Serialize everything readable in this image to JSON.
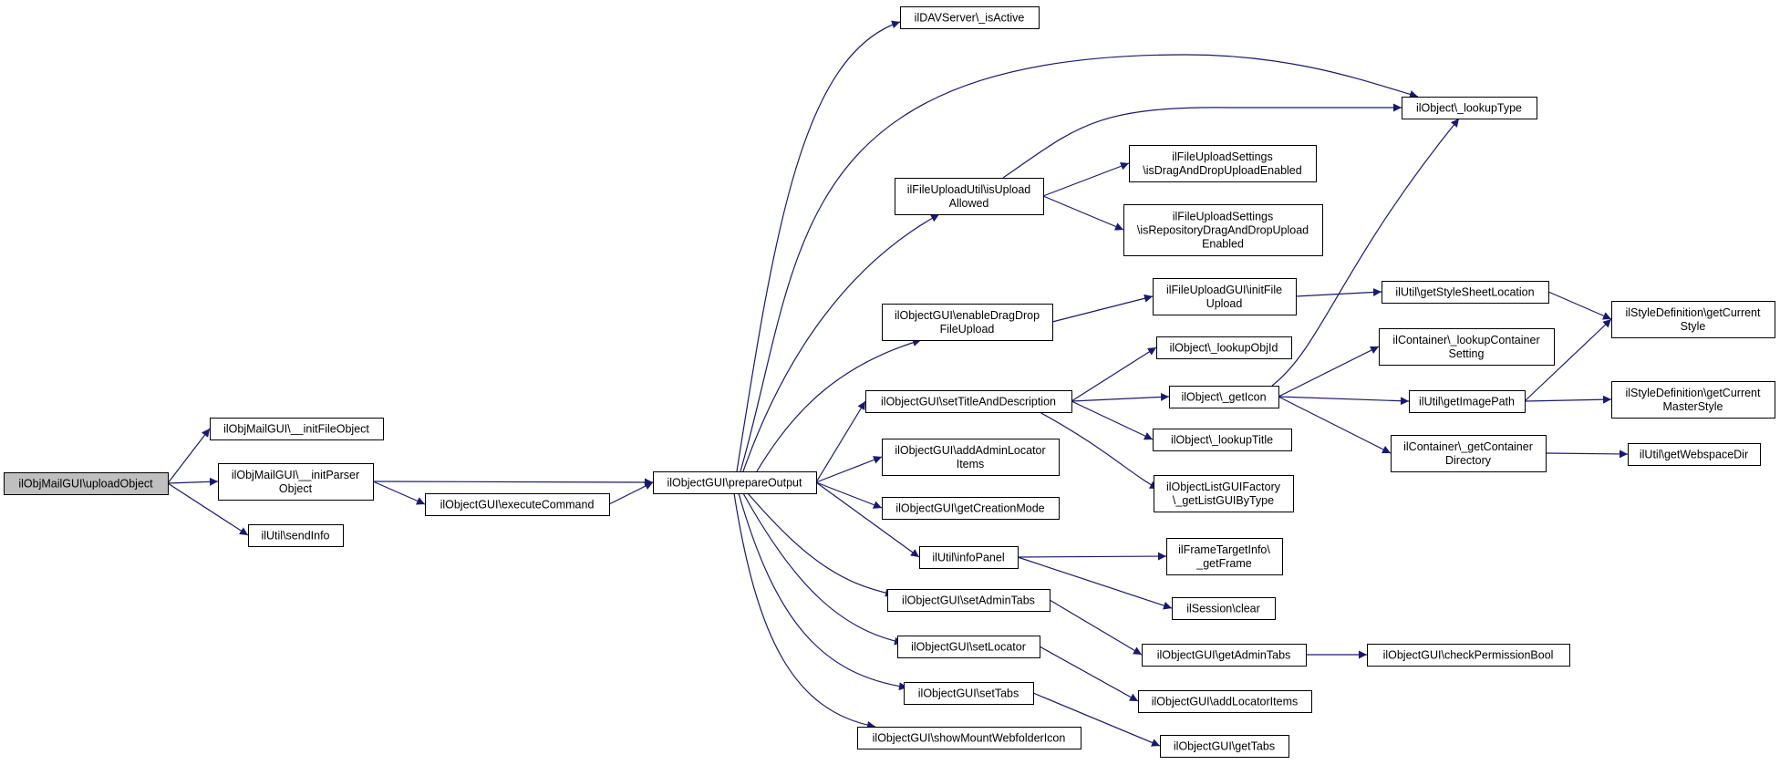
{
  "diagram": {
    "type": "call-graph",
    "colors": {
      "edge": "#191970",
      "root_fill": "#bfbfbf",
      "node_fill": "#ffffff",
      "border": "#000000"
    },
    "nodes": [
      {
        "id": "uploadObject",
        "lines": [
          "ilObjMailGUI\\uploadObject"
        ],
        "root": true
      },
      {
        "id": "initFileObject",
        "lines": [
          "ilObjMailGUI\\__initFileObject"
        ]
      },
      {
        "id": "initParserObject",
        "lines": [
          "ilObjMailGUI\\__initParser",
          "Object"
        ]
      },
      {
        "id": "sendInfo",
        "lines": [
          "ilUtil\\sendInfo"
        ]
      },
      {
        "id": "executeCommand",
        "lines": [
          "ilObjectGUI\\executeCommand"
        ]
      },
      {
        "id": "prepareOutput",
        "lines": [
          "ilObjectGUI\\prepareOutput"
        ]
      },
      {
        "id": "davIsActive",
        "lines": [
          "ilDAVServer\\_isActive"
        ]
      },
      {
        "id": "lookupType",
        "lines": [
          "ilObject\\_lookupType"
        ]
      },
      {
        "id": "isUploadAllowed",
        "lines": [
          "ilFileUploadUtil\\isUpload",
          "Allowed"
        ]
      },
      {
        "id": "isDragAndDrop",
        "lines": [
          "ilFileUploadSettings",
          "\\isDragAndDropUploadEnabled"
        ]
      },
      {
        "id": "isRepoDragAndDrop",
        "lines": [
          "ilFileUploadSettings",
          "\\isRepositoryDragAndDropUpload",
          "Enabled"
        ]
      },
      {
        "id": "enableDragDrop",
        "lines": [
          "ilObjectGUI\\enableDragDrop",
          "FileUpload"
        ]
      },
      {
        "id": "initFileUpload",
        "lines": [
          "ilFileUploadGUI\\initFile",
          "Upload"
        ]
      },
      {
        "id": "getStyleSheetLocation",
        "lines": [
          "ilUtil\\getStyleSheetLocation"
        ]
      },
      {
        "id": "getCurrentStyle",
        "lines": [
          "ilStyleDefinition\\getCurrent",
          "Style"
        ]
      },
      {
        "id": "lookupObjId",
        "lines": [
          "ilObject\\_lookupObjId"
        ]
      },
      {
        "id": "lookupContainerSetting",
        "lines": [
          "ilContainer\\_lookupContainer",
          "Setting"
        ]
      },
      {
        "id": "setTitleAndDescription",
        "lines": [
          "ilObjectGUI\\setTitleAndDescription"
        ]
      },
      {
        "id": "getIcon",
        "lines": [
          "ilObject\\_getIcon"
        ]
      },
      {
        "id": "getImagePath",
        "lines": [
          "ilUtil\\getImagePath"
        ]
      },
      {
        "id": "getCurrentMasterStyle",
        "lines": [
          "ilStyleDefinition\\getCurrent",
          "MasterStyle"
        ]
      },
      {
        "id": "lookupTitle",
        "lines": [
          "ilObject\\_lookupTitle"
        ]
      },
      {
        "id": "getContainerDirectory",
        "lines": [
          "ilContainer\\_getContainer",
          "Directory"
        ]
      },
      {
        "id": "getWebspaceDir",
        "lines": [
          "ilUtil\\getWebspaceDir"
        ]
      },
      {
        "id": "addAdminLocatorItems",
        "lines": [
          "ilObjectGUI\\addAdminLocator",
          "Items"
        ]
      },
      {
        "id": "getListGUIByType",
        "lines": [
          "ilObjectListGUIFactory",
          "\\_getListGUIByType"
        ]
      },
      {
        "id": "getCreationMode",
        "lines": [
          "ilObjectGUI\\getCreationMode"
        ]
      },
      {
        "id": "infoPanel",
        "lines": [
          "ilUtil\\infoPanel"
        ]
      },
      {
        "id": "getFrame",
        "lines": [
          "ilFrameTargetInfo\\",
          "_getFrame"
        ]
      },
      {
        "id": "sessionClear",
        "lines": [
          "ilSession\\clear"
        ]
      },
      {
        "id": "setAdminTabs",
        "lines": [
          "ilObjectGUI\\setAdminTabs"
        ]
      },
      {
        "id": "getAdminTabs",
        "lines": [
          "ilObjectGUI\\getAdminTabs"
        ]
      },
      {
        "id": "checkPermissionBool",
        "lines": [
          "ilObjectGUI\\checkPermissionBool"
        ]
      },
      {
        "id": "setLocator",
        "lines": [
          "ilObjectGUI\\setLocator"
        ]
      },
      {
        "id": "addLocatorItems",
        "lines": [
          "ilObjectGUI\\addLocatorItems"
        ]
      },
      {
        "id": "setTabs",
        "lines": [
          "ilObjectGUI\\setTabs"
        ]
      },
      {
        "id": "getTabs",
        "lines": [
          "ilObjectGUI\\getTabs"
        ]
      },
      {
        "id": "showMountWebfolderIcon",
        "lines": [
          "ilObjectGUI\\showMountWebfolderIcon"
        ]
      }
    ],
    "edges": [
      {
        "from": "uploadObject",
        "to": "initFileObject"
      },
      {
        "from": "uploadObject",
        "to": "initParserObject"
      },
      {
        "from": "uploadObject",
        "to": "sendInfo"
      },
      {
        "from": "initParserObject",
        "to": "prepareOutput"
      },
      {
        "from": "initParserObject",
        "to": "executeCommand"
      },
      {
        "from": "executeCommand",
        "to": "prepareOutput"
      },
      {
        "from": "prepareOutput",
        "to": "davIsActive"
      },
      {
        "from": "prepareOutput",
        "to": "lookupType"
      },
      {
        "from": "prepareOutput",
        "to": "isUploadAllowed"
      },
      {
        "from": "prepareOutput",
        "to": "enableDragDrop"
      },
      {
        "from": "prepareOutput",
        "to": "setTitleAndDescription"
      },
      {
        "from": "prepareOutput",
        "to": "addAdminLocatorItems"
      },
      {
        "from": "prepareOutput",
        "to": "getCreationMode"
      },
      {
        "from": "prepareOutput",
        "to": "infoPanel"
      },
      {
        "from": "prepareOutput",
        "to": "setAdminTabs"
      },
      {
        "from": "prepareOutput",
        "to": "setLocator"
      },
      {
        "from": "prepareOutput",
        "to": "setTabs"
      },
      {
        "from": "prepareOutput",
        "to": "showMountWebfolderIcon"
      },
      {
        "from": "isUploadAllowed",
        "to": "lookupType"
      },
      {
        "from": "isUploadAllowed",
        "to": "isDragAndDrop"
      },
      {
        "from": "isUploadAllowed",
        "to": "isRepoDragAndDrop"
      },
      {
        "from": "enableDragDrop",
        "to": "initFileUpload"
      },
      {
        "from": "initFileUpload",
        "to": "getStyleSheetLocation"
      },
      {
        "from": "getStyleSheetLocation",
        "to": "getCurrentStyle"
      },
      {
        "from": "setTitleAndDescription",
        "to": "lookupObjId"
      },
      {
        "from": "setTitleAndDescription",
        "to": "getIcon"
      },
      {
        "from": "setTitleAndDescription",
        "to": "lookupTitle"
      },
      {
        "from": "setTitleAndDescription",
        "to": "getListGUIByType"
      },
      {
        "from": "getIcon",
        "to": "lookupType"
      },
      {
        "from": "getIcon",
        "to": "lookupContainerSetting"
      },
      {
        "from": "getIcon",
        "to": "getImagePath"
      },
      {
        "from": "getIcon",
        "to": "getContainerDirectory"
      },
      {
        "from": "getImagePath",
        "to": "getCurrentStyle"
      },
      {
        "from": "getImagePath",
        "to": "getCurrentMasterStyle"
      },
      {
        "from": "getContainerDirectory",
        "to": "getWebspaceDir"
      },
      {
        "from": "infoPanel",
        "to": "getFrame"
      },
      {
        "from": "infoPanel",
        "to": "sessionClear"
      },
      {
        "from": "setAdminTabs",
        "to": "getAdminTabs"
      },
      {
        "from": "getAdminTabs",
        "to": "checkPermissionBool"
      },
      {
        "from": "setLocator",
        "to": "addLocatorItems"
      },
      {
        "from": "setTabs",
        "to": "getTabs"
      }
    ]
  }
}
